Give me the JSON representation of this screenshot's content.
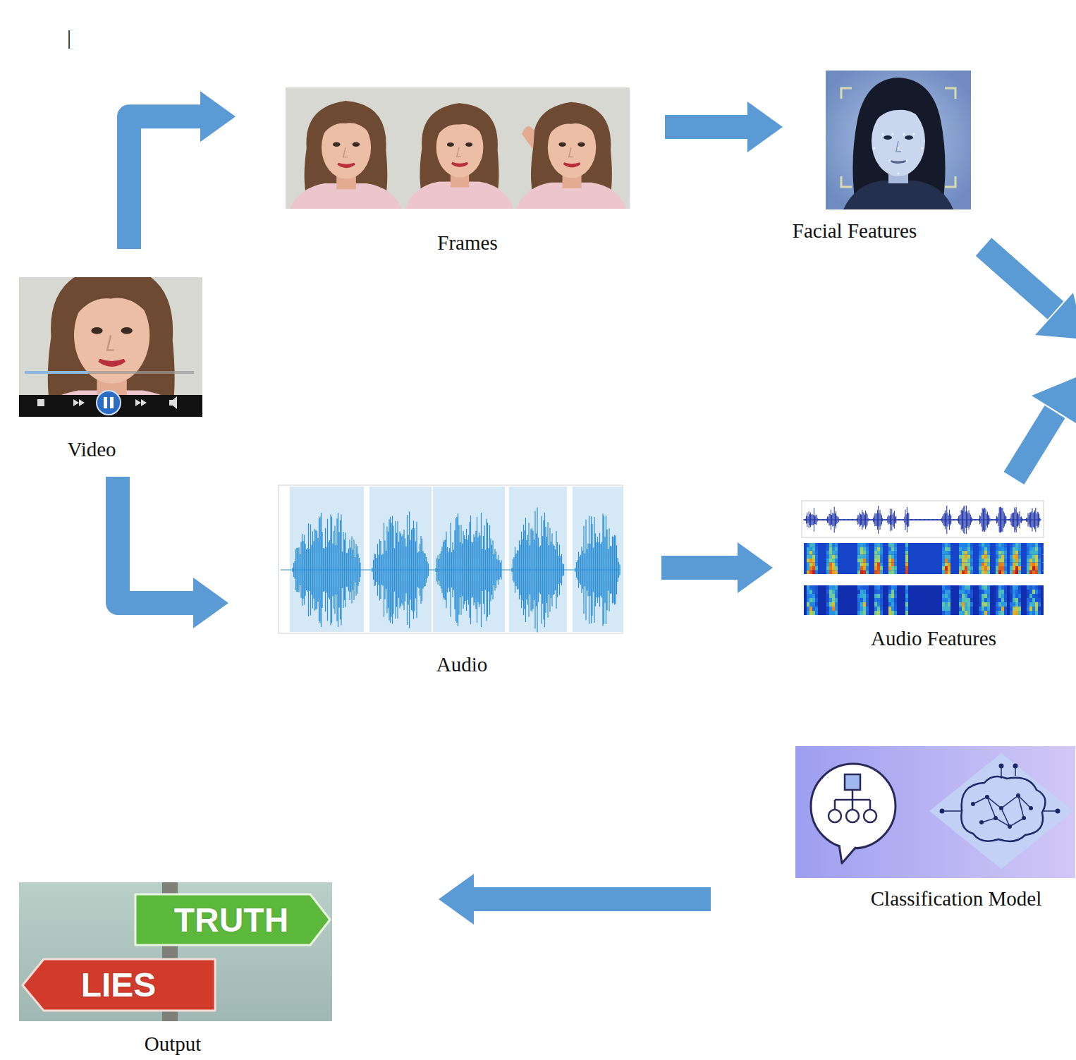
{
  "diagram": {
    "nodes": [
      {
        "text": [
          "Frames"
        ]
      },
      {
        "text": [
          "Facial Features"
        ]
      },
      {
        "text": [
          "Video"
        ]
      },
      {
        "text": [
          "Audio"
        ]
      },
      {
        "text": [
          "Audio Features"
        ]
      },
      {
        "text": [
          "Classification Model"
        ]
      },
      {
        "text": [
          "TRUTH",
          "LIES",
          "Output"
        ]
      }
    ],
    "edges": [
      {
        "from": 2,
        "to": 0,
        "arrow": "to"
      },
      {
        "from": 2,
        "to": 3,
        "arrow": "to"
      },
      {
        "from": 0,
        "to": 1,
        "arrow": "to"
      },
      {
        "from": 3,
        "to": 4,
        "arrow": "to"
      },
      {
        "from": 5,
        "to": 6,
        "arrow": "to"
      }
    ],
    "labels": [
      "|"
    ]
  }
}
